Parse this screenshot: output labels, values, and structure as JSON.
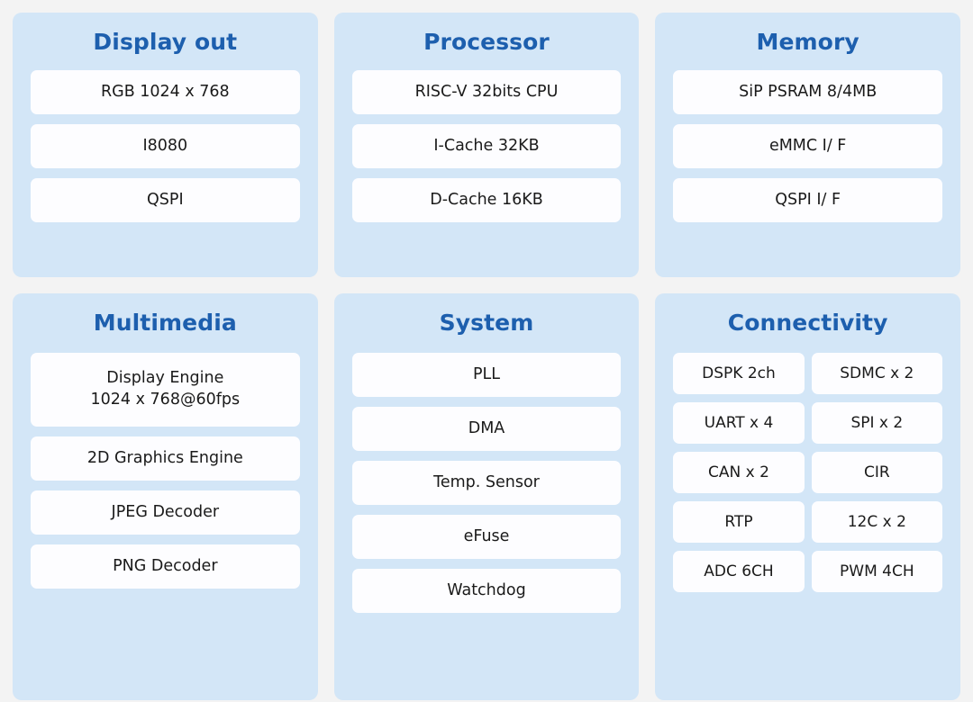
{
  "theme": {
    "page_background": "#f3f3f3",
    "card_background": "#d3e6f7",
    "item_background": "#fdfdff",
    "title_color": "#1d5fae",
    "item_text_color": "#1a1a1a"
  },
  "cards": [
    {
      "title": "Display out",
      "layout": "list",
      "items": [
        {
          "label": "RGB 1024 x 768"
        },
        {
          "label": "I8080"
        },
        {
          "label": "QSPI"
        }
      ]
    },
    {
      "title": "Processor",
      "layout": "list",
      "items": [
        {
          "label": "RISC-V 32bits CPU"
        },
        {
          "label": "I-Cache 32KB"
        },
        {
          "label": "D-Cache 16KB"
        }
      ]
    },
    {
      "title": "Memory",
      "layout": "list",
      "items": [
        {
          "label": "SiP PSRAM 8/4MB"
        },
        {
          "label": "eMMC I/ F"
        },
        {
          "label": "QSPI I/ F"
        }
      ]
    },
    {
      "title": "Multimedia",
      "layout": "list",
      "items": [
        {
          "label": "Display Engine\n1024 x 768@60fps",
          "lines": 2
        },
        {
          "label": "2D Graphics Engine"
        },
        {
          "label": "JPEG Decoder"
        },
        {
          "label": "PNG Decoder"
        }
      ]
    },
    {
      "title": "System",
      "layout": "list",
      "items": [
        {
          "label": "PLL"
        },
        {
          "label": "DMA"
        },
        {
          "label": "Temp. Sensor"
        },
        {
          "label": "eFuse"
        },
        {
          "label": "Watchdog"
        }
      ]
    },
    {
      "title": "Connectivity",
      "layout": "grid2",
      "items": [
        {
          "label": "DSPK 2ch"
        },
        {
          "label": "SDMC x 2"
        },
        {
          "label": "UART x 4"
        },
        {
          "label": "SPI x 2"
        },
        {
          "label": "CAN x 2"
        },
        {
          "label": "CIR"
        },
        {
          "label": "RTP"
        },
        {
          "label": "12C x 2"
        },
        {
          "label": "ADC 6CH"
        },
        {
          "label": "PWM 4CH"
        }
      ]
    }
  ]
}
